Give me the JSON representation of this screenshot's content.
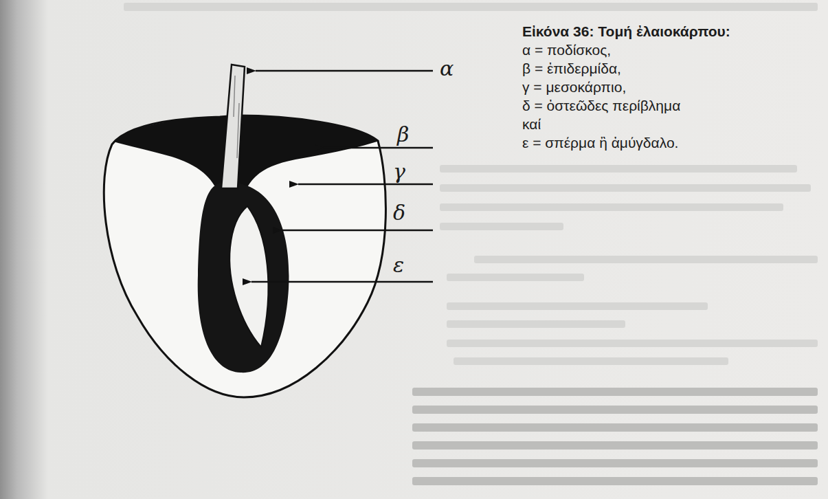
{
  "diagram": {
    "caption": "Εἰκόνα 36: Τομή ἐλαιοκάρπου:",
    "labels": [
      "α = ποδίσκος,",
      "β = ἐπιδερμίδα,",
      "γ = μεσοκάρπιο,",
      "δ = ὀστεῶδες περίβλημα καί",
      "ε = σπέρμα ἢ ἀμύγδαλο.",
      "α",
      "β",
      "γ",
      "δ",
      "ε"
    ]
  }
}
